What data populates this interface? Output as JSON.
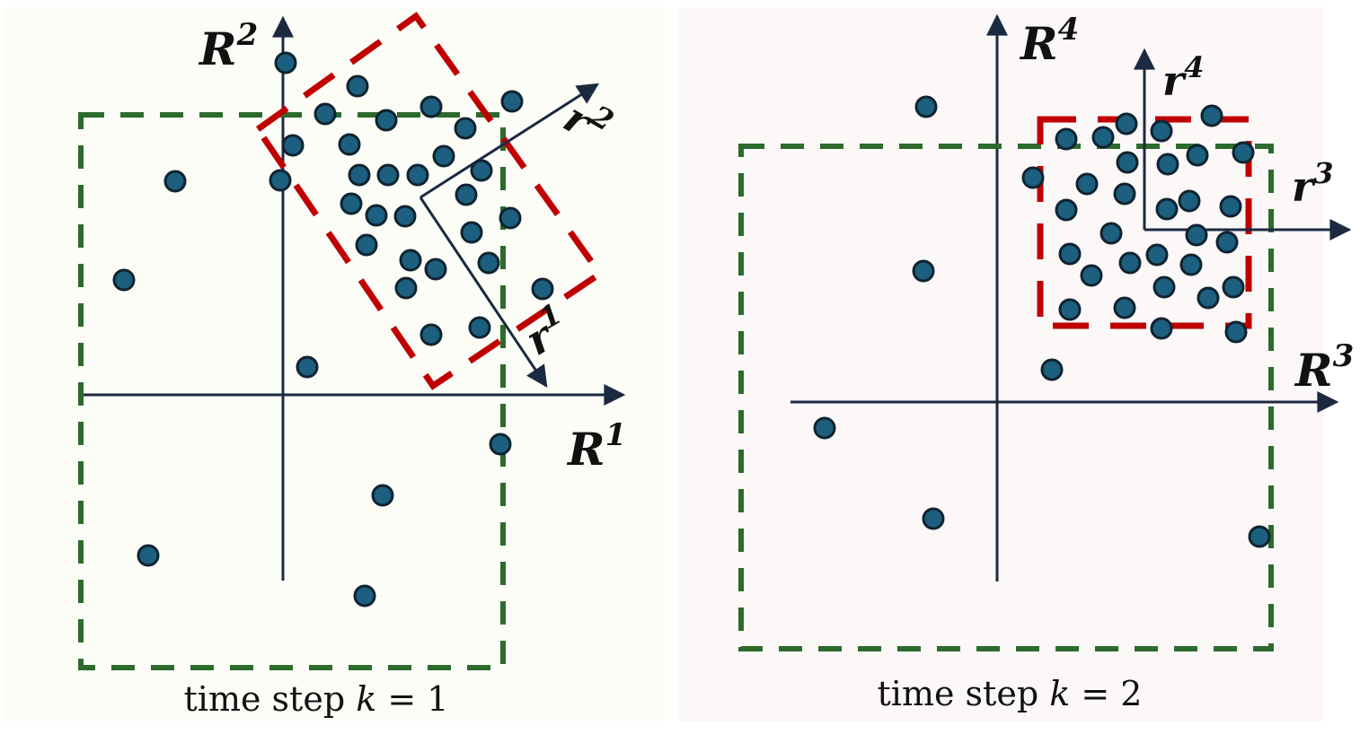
{
  "colors": {
    "point_fill": "#1c5f7f",
    "point_stroke": "#0f2330",
    "axis": "#1b2a40",
    "green_box": "#2c6b2c",
    "red_box": "#c00000",
    "panel_left_bg": "#fdfdf8",
    "panel_right_bg": "#fcf8f8"
  },
  "panel_left": {
    "axis_x_label": "R",
    "axis_x_sup": "1",
    "axis_y_label": "R",
    "axis_y_sup": "2",
    "local_axis_1_label": "r",
    "local_axis_1_sup": "1",
    "local_axis_2_label": "r",
    "local_axis_2_sup": "2",
    "caption_text": "time step ",
    "caption_var": "k",
    "caption_eq": " = 1"
  },
  "panel_right": {
    "axis_x_label": "R",
    "axis_x_sup": "3",
    "axis_y_label": "R",
    "axis_y_sup": "4",
    "local_axis_1_label": "r",
    "local_axis_1_sup": "3",
    "local_axis_2_label": "r",
    "local_axis_2_sup": "4",
    "caption_text": "time step ",
    "caption_var": "k",
    "caption_eq": " = 2"
  }
}
